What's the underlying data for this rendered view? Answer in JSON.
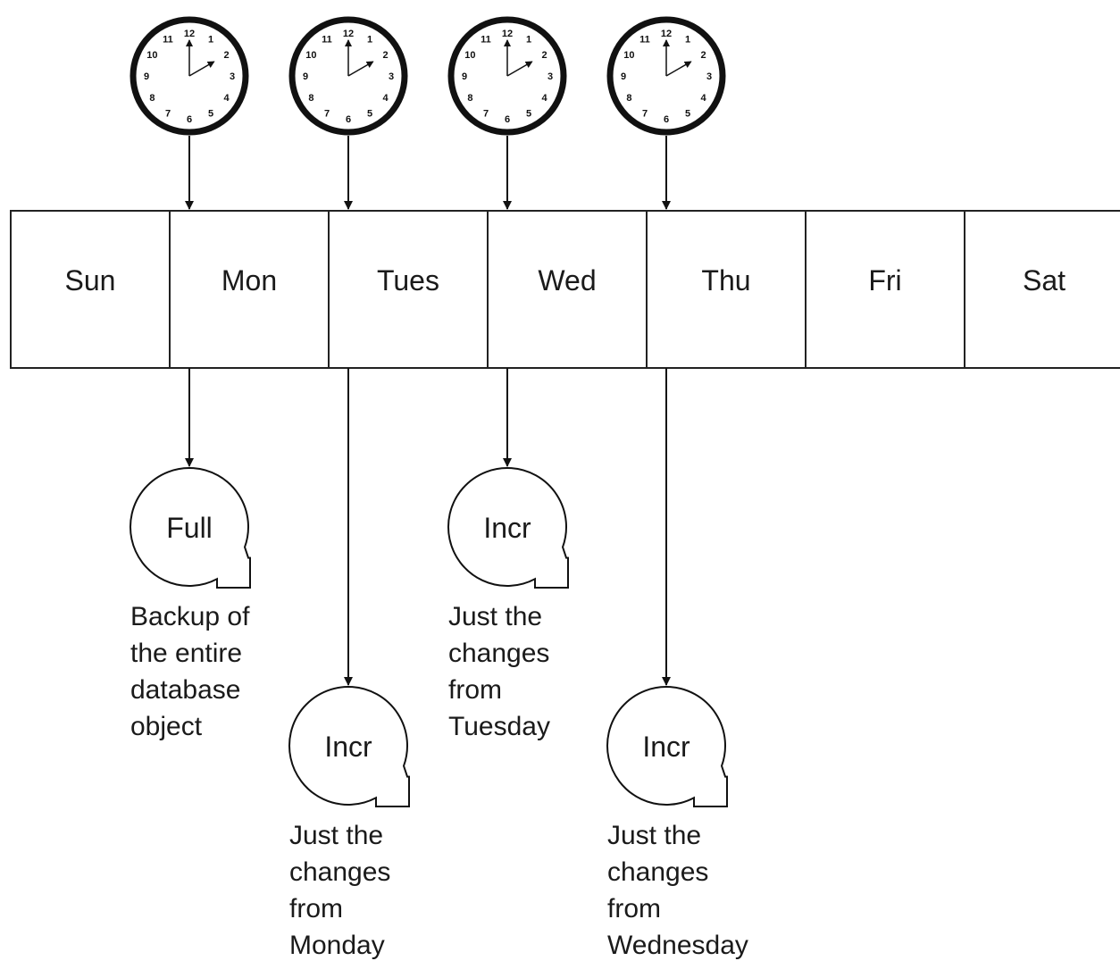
{
  "days": [
    "Sun",
    "Mon",
    "Tues",
    "Wed",
    "Thu",
    "Fri",
    "Sat"
  ],
  "clock": {
    "numerals": [
      "12",
      "1",
      "2",
      "3",
      "4",
      "5",
      "6",
      "7",
      "8",
      "9",
      "10",
      "11"
    ],
    "hour": 2,
    "minute": 0
  },
  "backups": [
    {
      "day": "Mon",
      "type": "Full",
      "description": [
        "Backup of",
        "the entire",
        "database",
        "object"
      ]
    },
    {
      "day": "Tues",
      "type": "Incr",
      "description": [
        "Just the",
        "changes",
        "from",
        "Monday"
      ]
    },
    {
      "day": "Wed",
      "type": "Incr",
      "description": [
        "Just the",
        "changes",
        "from",
        "Tuesday"
      ]
    },
    {
      "day": "Thu",
      "type": "Incr",
      "description": [
        "Just the",
        "changes",
        "from",
        "Wednesday"
      ]
    }
  ]
}
